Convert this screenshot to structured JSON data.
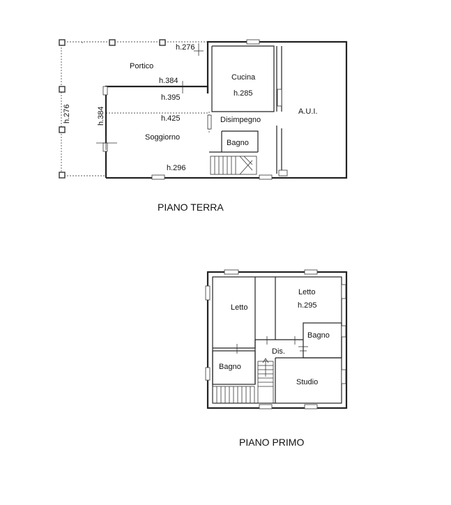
{
  "ground_floor": {
    "title": "PIANO TERRA",
    "rooms": {
      "portico": "Portico",
      "cucina": "Cucina",
      "cucina_height": "h.285",
      "disimpegno": "Disimpegno",
      "soggiorno": "Soggiorno",
      "bagno": "Bagno",
      "aui": "A.U.I."
    },
    "heights": {
      "top": "h.276",
      "portico_left": "h.276",
      "h384_mid": "h.384",
      "h384_left": "h.384",
      "h395": "h.395",
      "h425": "h.425",
      "h296": "h.296"
    }
  },
  "first_floor": {
    "title": "PIANO PRIMO",
    "rooms": {
      "letto_left": "Letto",
      "letto_right": "Letto",
      "letto_right_height": "h.295",
      "bagno_right": "Bagno",
      "dis": "Dis.",
      "bagno_left": "Bagno",
      "studio": "Studio"
    }
  }
}
